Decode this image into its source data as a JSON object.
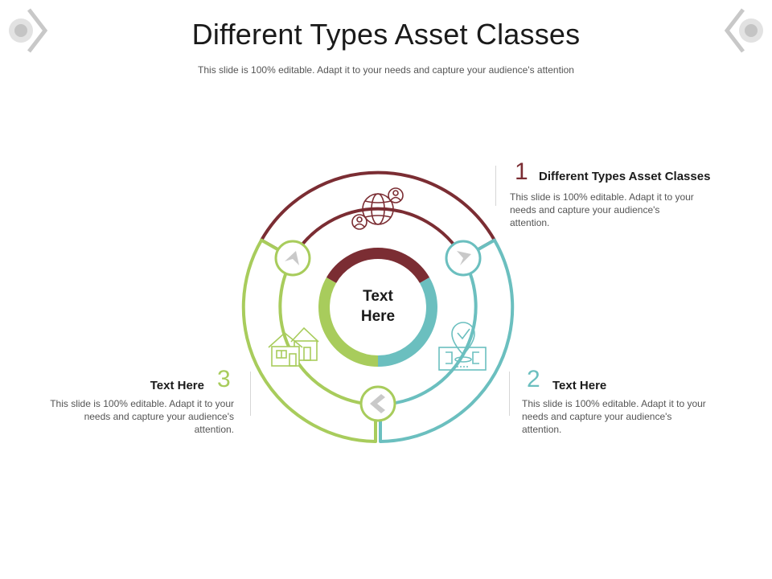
{
  "header": {
    "title": "Different Types Asset Classes",
    "subtitle": "This slide is 100% editable. Adapt it to your needs and capture your audience's attention"
  },
  "center": {
    "line1": "Text",
    "line2": "Here"
  },
  "items": [
    {
      "number": "1",
      "title": "Different Types Asset Classes",
      "body": "This slide is 100% editable. Adapt it to your needs and capture your audience's attention.",
      "color": "#7b2d33",
      "icon": "globe-users-icon"
    },
    {
      "number": "2",
      "title": "Text Here",
      "body": "This slide is 100% editable. Adapt it to your needs and capture your audience's attention.",
      "color": "#6bbfbf",
      "icon": "location-check-map-icon"
    },
    {
      "number": "3",
      "title": "Text Here",
      "body": "This slide is 100% editable. Adapt it to your needs and capture your audience's attention.",
      "color": "#a8cc5c",
      "icon": "houses-icon"
    }
  ],
  "nav": {
    "prev_icon": "prev-slide-icon",
    "next_icon": "next-slide-icon"
  }
}
